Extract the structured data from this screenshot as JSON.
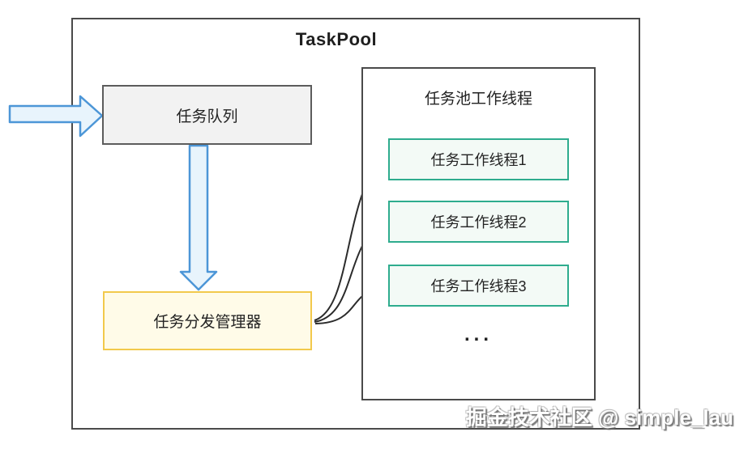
{
  "diagram": {
    "title": "TaskPool",
    "queue": {
      "label": "任务队列"
    },
    "manager": {
      "label": "任务分发管理器"
    },
    "pool": {
      "title": "任务池工作线程",
      "workers": [
        {
          "label": "任务工作线程1"
        },
        {
          "label": "任务工作线程2"
        },
        {
          "label": "任务工作线程3"
        }
      ],
      "ellipsis": "..."
    },
    "watermark": "掘金技术社区 @ simple_lau",
    "colors": {
      "outer_border": "#4a4a4a",
      "queue_fill": "#f2f2f2",
      "queue_border": "#5c5c5c",
      "manager_fill": "#fffbe8",
      "manager_border": "#f2c94c",
      "worker_fill": "#f3faf6",
      "worker_border": "#2eac8e",
      "blue_arrow_fill": "#e8f4fc",
      "blue_arrow_border": "#4c96d7",
      "flow_arrow": "#2b2b2b"
    }
  }
}
